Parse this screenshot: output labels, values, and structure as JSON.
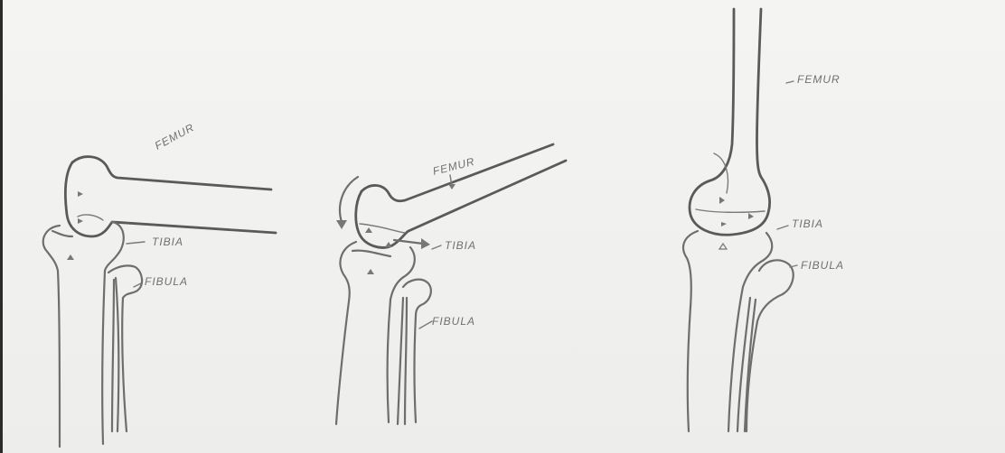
{
  "diagrams": [
    {
      "labels": {
        "femur": "FEMUR",
        "tibia": "TIBIA",
        "fibula": "FIBULA"
      }
    },
    {
      "labels": {
        "femur": "FEMUR",
        "tibia": "TIBIA",
        "fibula": "FIBULA"
      }
    },
    {
      "labels": {
        "femur": "FEMUR",
        "tibia": "TIBIA",
        "fibula": "FIBULA"
      }
    }
  ]
}
